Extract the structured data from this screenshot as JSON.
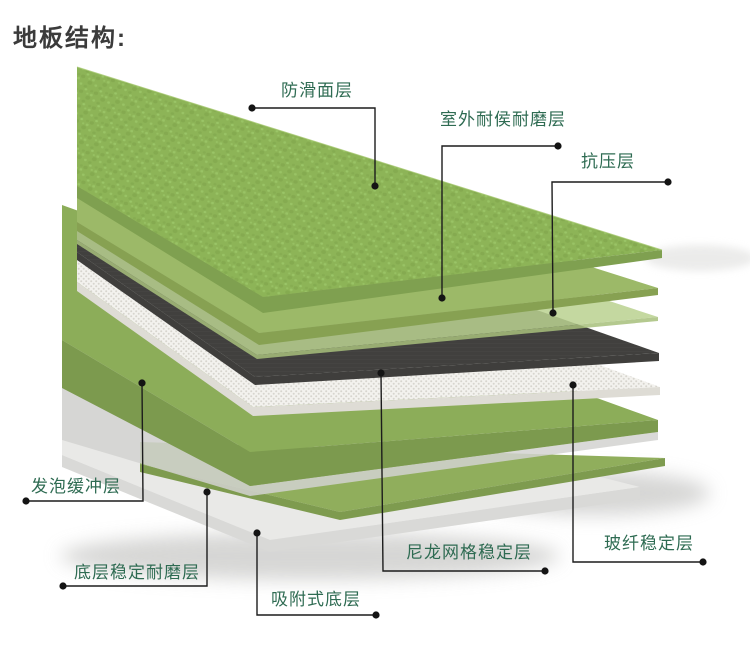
{
  "title": "地板结构:",
  "diagram": {
    "type": "exploded-layer-stack",
    "label_color": "#2e6b52",
    "line_color": "#1c1c1c",
    "background": "#ffffff",
    "layers": [
      {
        "label": "防滑面层",
        "texture": "leather-embossed",
        "color": "#8db457",
        "shade": "#7fa050"
      },
      {
        "label": "室外耐侯耐磨层",
        "texture": "smooth",
        "color": "#9cb968",
        "shade": "#87a152"
      },
      {
        "label": "抗压层",
        "texture": "smooth-translucent",
        "color": "#bad290",
        "shade": "#a8c07c"
      },
      {
        "label": "尼龙网格稳定层",
        "texture": "dark-grid-weave",
        "color": "#4b4a47",
        "shade": "#3f3e3c"
      },
      {
        "label": "玻纤稳定层",
        "texture": "white-fiber-mesh",
        "color": "#f3f2ee",
        "shade": "#dedcd5"
      },
      {
        "label": "发泡缓冲层",
        "texture": "smooth-thick-foam",
        "color": "#8cad59",
        "shade": "#7c9a4e"
      },
      {
        "label": "底层稳定耐磨层",
        "texture": "smooth",
        "color": "#90ae5c",
        "shade": "#7e9b4f"
      },
      {
        "label": "吸附式底层",
        "texture": "smooth-base",
        "color": "#e9e9e7",
        "shade": "#d9d9d7"
      }
    ]
  }
}
